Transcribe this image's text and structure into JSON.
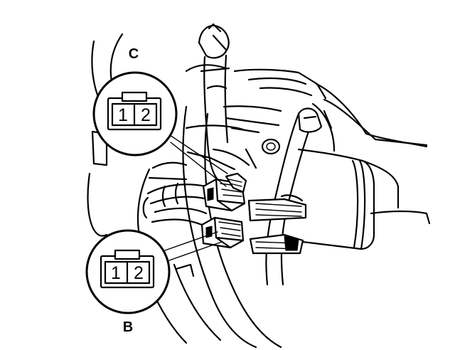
{
  "callouts": [
    {
      "id": "C",
      "label": "C",
      "pins": [
        "1",
        "2"
      ]
    },
    {
      "id": "B",
      "label": "B",
      "pins": [
        "1",
        "2"
      ]
    }
  ],
  "colors": {
    "ink": "#000000",
    "paper": "#ffffff"
  }
}
